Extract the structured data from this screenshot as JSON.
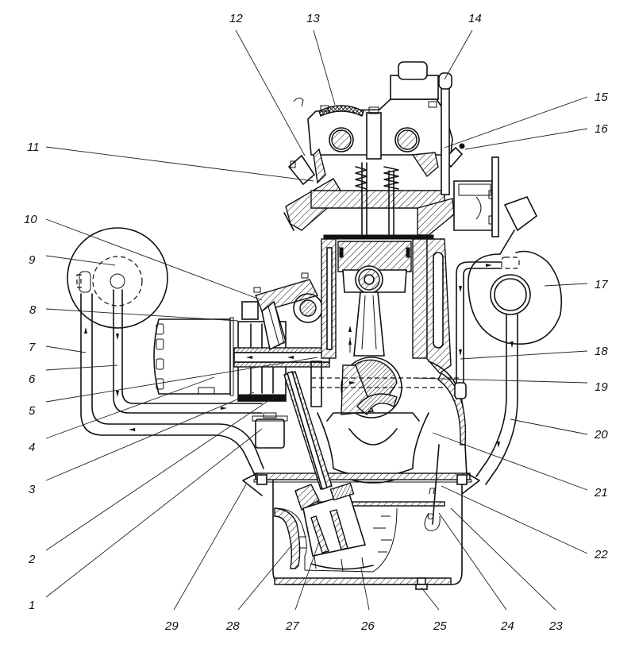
{
  "diagram": {
    "title": "Engine lubrication system cross-section",
    "labels": [
      {
        "id": "1",
        "text": "1"
      },
      {
        "id": "2",
        "text": "2"
      },
      {
        "id": "3",
        "text": "3"
      },
      {
        "id": "4",
        "text": "4"
      },
      {
        "id": "5",
        "text": "5"
      },
      {
        "id": "6",
        "text": "6"
      },
      {
        "id": "7",
        "text": "7"
      },
      {
        "id": "8",
        "text": "8"
      },
      {
        "id": "9",
        "text": "9"
      },
      {
        "id": "10",
        "text": "10"
      },
      {
        "id": "11",
        "text": "11"
      },
      {
        "id": "12",
        "text": "12"
      },
      {
        "id": "13",
        "text": "13"
      },
      {
        "id": "14",
        "text": "14"
      },
      {
        "id": "15",
        "text": "15"
      },
      {
        "id": "16",
        "text": "16"
      },
      {
        "id": "17",
        "text": "17"
      },
      {
        "id": "18",
        "text": "18"
      },
      {
        "id": "19",
        "text": "19"
      },
      {
        "id": "20",
        "text": "20"
      },
      {
        "id": "21",
        "text": "21"
      },
      {
        "id": "22",
        "text": "22"
      },
      {
        "id": "23",
        "text": "23"
      },
      {
        "id": "24",
        "text": "24"
      },
      {
        "id": "25",
        "text": "25"
      },
      {
        "id": "26",
        "text": "26"
      },
      {
        "id": "27",
        "text": "27"
      },
      {
        "id": "28",
        "text": "28"
      },
      {
        "id": "29",
        "text": "29"
      }
    ],
    "dipstick_marks": {
      "upper": "П",
      "lower": "О"
    }
  }
}
